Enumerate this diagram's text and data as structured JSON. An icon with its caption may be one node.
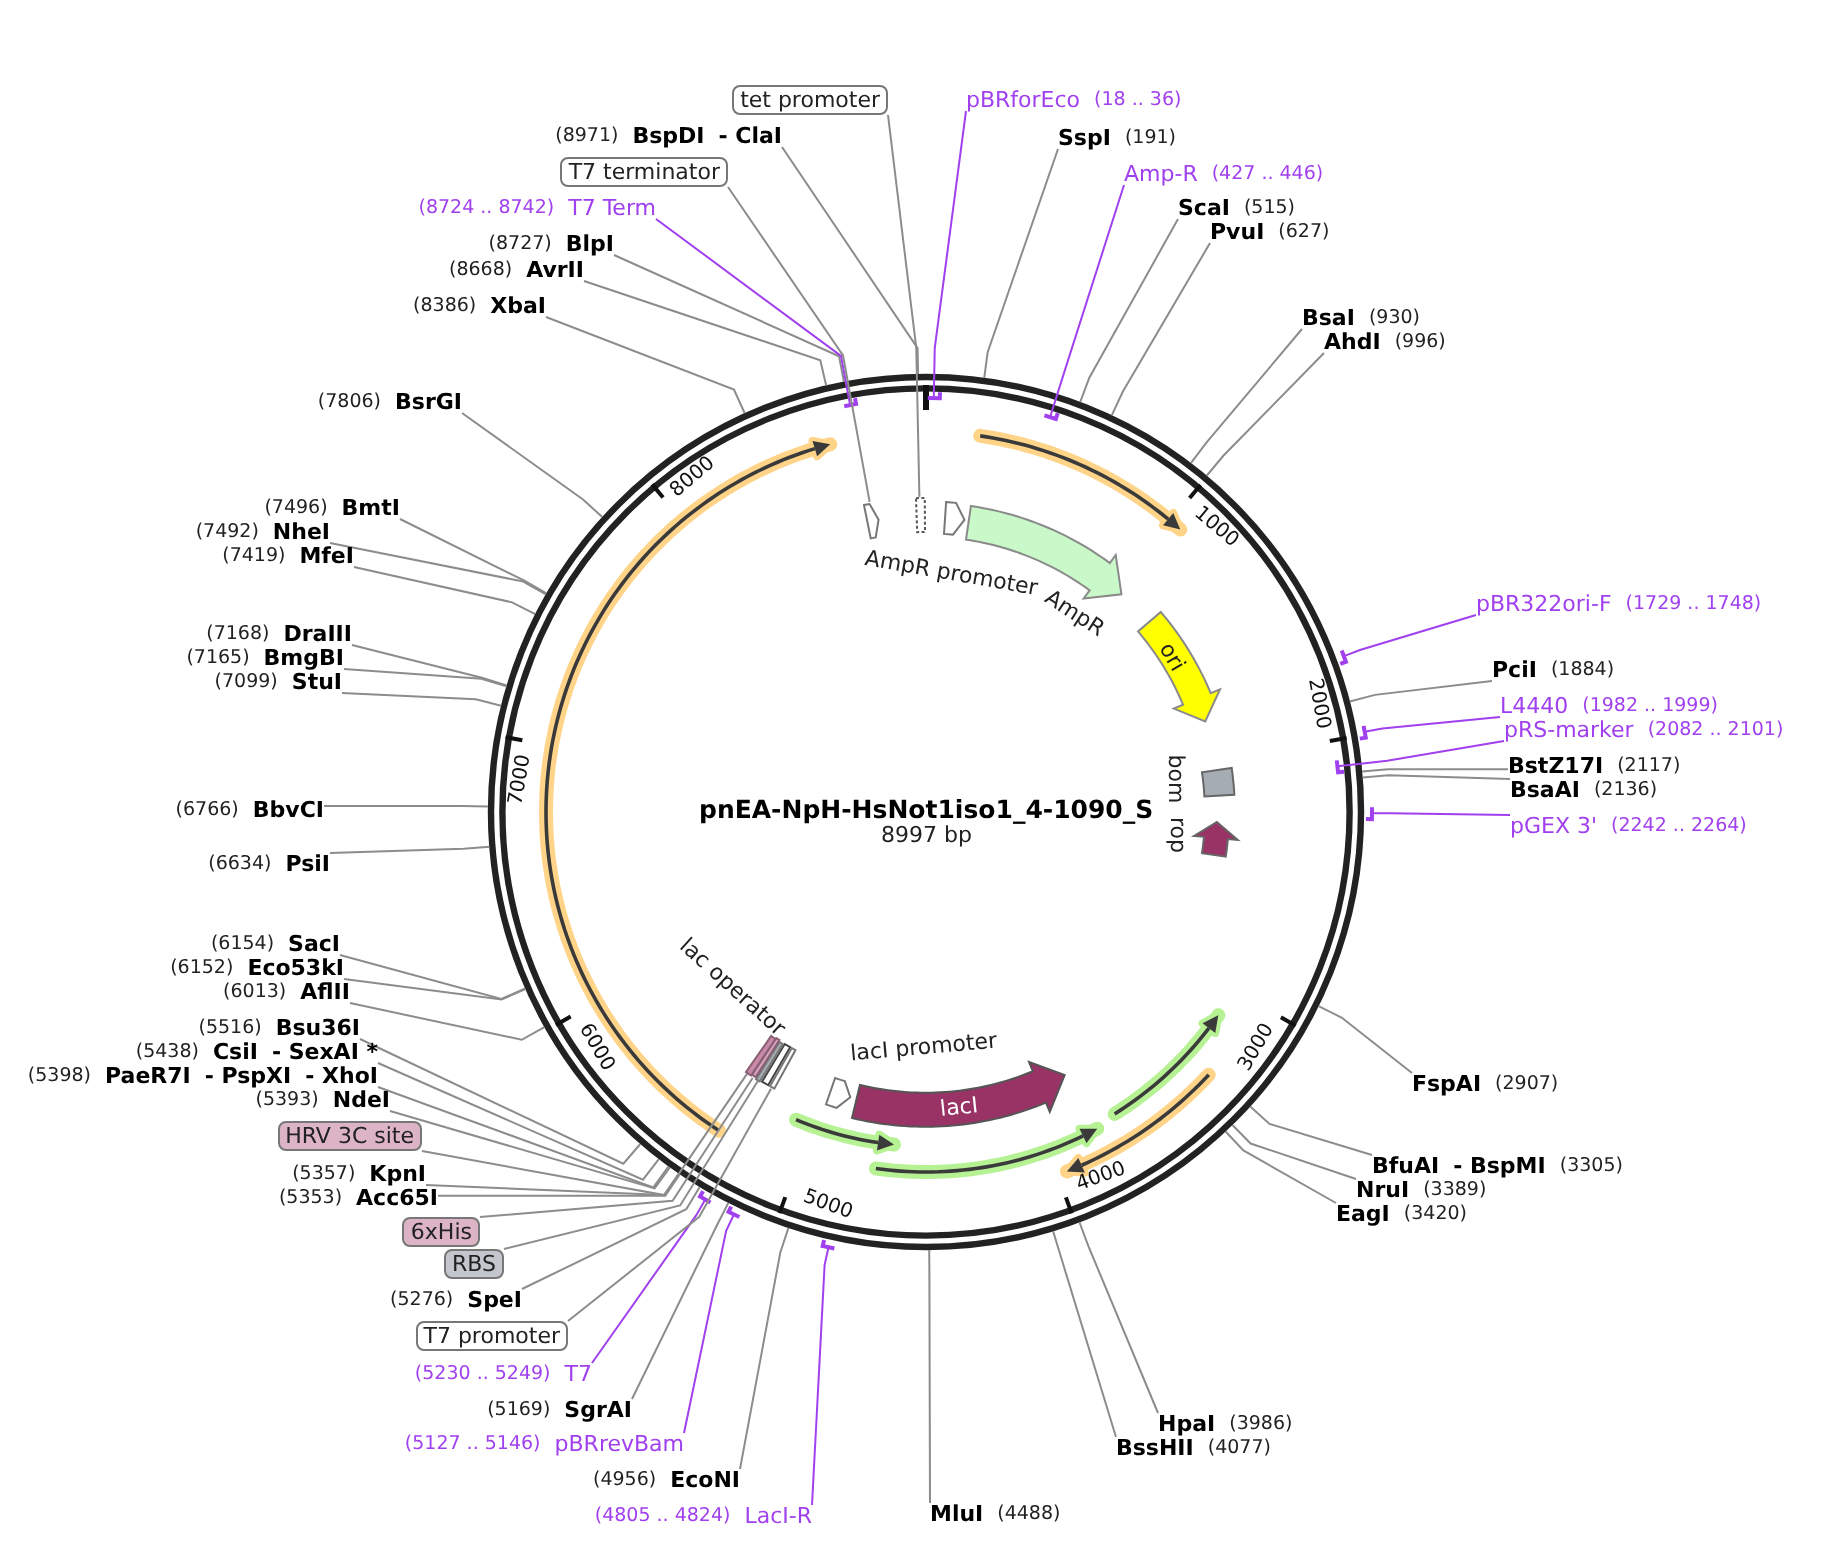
{
  "diagram": {
    "title": "pnEA-NpH-HsNot1iso1_4-1090_S",
    "nodes": [
      {
        "text": [
          "tet promoter"
        ]
      },
      {
        "text": [
          "pBRforEco",
          "(18 .. 36)"
        ]
      },
      {
        "text": [
          "SspI",
          "(191)"
        ]
      },
      {
        "text": [
          "Amp-R",
          "(427 .. 446)"
        ]
      },
      {
        "text": [
          "ScaI",
          "(515)"
        ]
      },
      {
        "text": [
          "PvuI",
          "(627)"
        ]
      },
      {
        "text": [
          "BsaI",
          "(930)"
        ]
      },
      {
        "text": [
          "AhdI",
          "(996)"
        ]
      },
      {
        "text": [
          "pBR322ori-F",
          "(1729 .. 1748)"
        ]
      },
      {
        "text": [
          "PciI",
          "(1884)"
        ]
      },
      {
        "text": [
          "L4440",
          "(1982 .. 1999)"
        ]
      },
      {
        "text": [
          "pRS-marker",
          "(2082 .. 2101)"
        ]
      },
      {
        "text": [
          "BstZ17I",
          "(2117)"
        ]
      },
      {
        "text": [
          "BsaAI",
          "(2136)"
        ]
      },
      {
        "text": [
          "pGEX 3'",
          "(2242 .. 2264)"
        ]
      },
      {
        "text": [
          "FspAI",
          "(2907)"
        ]
      },
      {
        "text": [
          "BfuAI",
          "- BspMI",
          "(3305)"
        ]
      },
      {
        "text": [
          "NruI",
          "(3389)"
        ]
      },
      {
        "text": [
          "EagI",
          "(3420)"
        ]
      },
      {
        "text": [
          "HpaI",
          "(3986)"
        ]
      },
      {
        "text": [
          "BssHII",
          "(4077)"
        ]
      },
      {
        "text": [
          "MluI",
          "(4488)"
        ]
      },
      {
        "text": [
          "(4805 .. 4824)",
          "LacI-R"
        ]
      },
      {
        "text": [
          "(4956)",
          "EcoNI"
        ]
      },
      {
        "text": [
          "(5127 .. 5146)",
          "pBRrevBam"
        ]
      },
      {
        "text": [
          "(5169)",
          "SgrAI"
        ]
      },
      {
        "text": [
          "(5230 .. 5249)",
          "T7"
        ]
      },
      {
        "text": [
          "T7 promoter"
        ]
      },
      {
        "text": [
          "(5276)",
          "SpeI"
        ]
      },
      {
        "text": [
          "RBS"
        ]
      },
      {
        "text": [
          "6xHis"
        ]
      },
      {
        "text": [
          "(5353)",
          "Acc65I"
        ]
      },
      {
        "text": [
          "(5357)",
          "KpnI"
        ]
      },
      {
        "text": [
          "HRV 3C site"
        ]
      },
      {
        "text": [
          "(5393)",
          "NdeI"
        ]
      },
      {
        "text": [
          "(5398)",
          "PaeR7I",
          "- PspXI",
          "- XhoI"
        ]
      },
      {
        "text": [
          "(5438)",
          "CsiI",
          "- SexAI *"
        ]
      },
      {
        "text": [
          "(5516)",
          "Bsu36I"
        ]
      },
      {
        "text": [
          "(6013)",
          "AflII"
        ]
      },
      {
        "text": [
          "(6152)",
          "Eco53kI"
        ]
      },
      {
        "text": [
          "(6154)",
          "SacI"
        ]
      },
      {
        "text": [
          "(6634)",
          "PsiI"
        ]
      },
      {
        "text": [
          "(6766)",
          "BbvCI"
        ]
      },
      {
        "text": [
          "(7099)",
          "StuI"
        ]
      },
      {
        "text": [
          "(7165)",
          "BmgBI"
        ]
      },
      {
        "text": [
          "(7168)",
          "DraIII"
        ]
      },
      {
        "text": [
          "(7419)",
          "MfeI"
        ]
      },
      {
        "text": [
          "(7492)",
          "NheI"
        ]
      },
      {
        "text": [
          "(7496)",
          "BmtI"
        ]
      },
      {
        "text": [
          "(7806)",
          "BsrGI"
        ]
      },
      {
        "text": [
          "(8386)",
          "XbaI"
        ]
      },
      {
        "text": [
          "(8668)",
          "AvrII"
        ]
      },
      {
        "text": [
          "(8727)",
          "BlpI"
        ]
      },
      {
        "text": [
          "(8724 .. 8742)",
          "T7 Term"
        ]
      },
      {
        "text": [
          "T7 terminator"
        ]
      },
      {
        "text": [
          "(8971)",
          "BspDI",
          "- ClaI"
        ]
      },
      {
        "text": [
          "AmpR promoter"
        ]
      },
      {
        "text": [
          "AmpR"
        ]
      },
      {
        "text": [
          "ori"
        ]
      },
      {
        "text": [
          "bom"
        ]
      },
      {
        "text": [
          "rop"
        ]
      },
      {
        "text": [
          "lacI"
        ]
      },
      {
        "text": [
          "lacI promoter"
        ]
      },
      {
        "text": [
          "lac operator"
        ]
      },
      {
        "text": [],
        "shape": "arrow"
      },
      {
        "text": [],
        "shape": "box"
      },
      {
        "text": [],
        "shape": "bar"
      },
      {
        "text": [],
        "shape": "bar"
      },
      {
        "text": [],
        "shape": "bar"
      },
      {
        "text": [],
        "shape": "bar"
      }
    ],
    "edges": [
      {
        "from": 0,
        "to": 65,
        "arrow": "none"
      },
      {
        "from": 1,
        "to": null,
        "arrow": "none",
        "color": "#a040ee"
      },
      {
        "from": 2,
        "to": null,
        "arrow": "none"
      },
      {
        "from": 3,
        "to": null,
        "arrow": "none",
        "color": "#a040ee"
      },
      {
        "from": 4,
        "to": null,
        "arrow": "none"
      },
      {
        "from": 5,
        "to": null,
        "arrow": "none"
      },
      {
        "from": 6,
        "to": null,
        "arrow": "none"
      },
      {
        "from": 7,
        "to": null,
        "arrow": "none"
      },
      {
        "from": 8,
        "to": null,
        "arrow": "none",
        "color": "#a040ee"
      },
      {
        "from": 9,
        "to": null,
        "arrow": "none"
      },
      {
        "from": 10,
        "to": null,
        "arrow": "none",
        "color": "#a040ee"
      },
      {
        "from": 11,
        "to": null,
        "arrow": "none",
        "color": "#a040ee"
      },
      {
        "from": 12,
        "to": null,
        "arrow": "none"
      },
      {
        "from": 13,
        "to": null,
        "arrow": "none"
      },
      {
        "from": 14,
        "to": null,
        "arrow": "none",
        "color": "#a040ee"
      },
      {
        "from": 15,
        "to": null,
        "arrow": "none"
      },
      {
        "from": 16,
        "to": null,
        "arrow": "none"
      },
      {
        "from": 17,
        "to": null,
        "arrow": "none"
      },
      {
        "from": 18,
        "to": null,
        "arrow": "none"
      },
      {
        "from": 19,
        "to": null,
        "arrow": "none"
      },
      {
        "from": 20,
        "to": null,
        "arrow": "none"
      },
      {
        "from": 21,
        "to": null,
        "arrow": "none"
      },
      {
        "from": 22,
        "to": null,
        "arrow": "none",
        "color": "#a040ee"
      },
      {
        "from": 23,
        "to": null,
        "arrow": "none"
      },
      {
        "from": 24,
        "to": null,
        "arrow": "none",
        "color": "#a040ee"
      },
      {
        "from": 25,
        "to": null,
        "arrow": "none"
      },
      {
        "from": 26,
        "to": null,
        "arrow": "none",
        "color": "#a040ee"
      },
      {
        "from": 27,
        "to": 66,
        "arrow": "none"
      },
      {
        "from": 28,
        "to": null,
        "arrow": "none"
      },
      {
        "from": 29,
        "to": 67,
        "arrow": "none"
      },
      {
        "from": 30,
        "to": 68,
        "arrow": "none"
      },
      {
        "from": 31,
        "to": null,
        "arrow": "none"
      },
      {
        "from": 32,
        "to": null,
        "arrow": "none"
      },
      {
        "from": 33,
        "to": 69,
        "arrow": "none"
      },
      {
        "from": 34,
        "to": null,
        "arrow": "none"
      },
      {
        "from": 35,
        "to": null,
        "arrow": "none"
      },
      {
        "from": 36,
        "to": null,
        "arrow": "none"
      },
      {
        "from": 37,
        "to": null,
        "arrow": "none"
      },
      {
        "from": 38,
        "to": null,
        "arrow": "none"
      },
      {
        "from": 39,
        "to": null,
        "arrow": "none"
      },
      {
        "from": 40,
        "to": null,
        "arrow": "none"
      },
      {
        "from": 41,
        "to": null,
        "arrow": "none"
      },
      {
        "from": 42,
        "to": null,
        "arrow": "none"
      },
      {
        "from": 43,
        "to": null,
        "arrow": "none"
      },
      {
        "from": 44,
        "to": null,
        "arrow": "none"
      },
      {
        "from": 45,
        "to": null,
        "arrow": "none"
      },
      {
        "from": 46,
        "to": null,
        "arrow": "none"
      },
      {
        "from": 47,
        "to": null,
        "arrow": "none"
      },
      {
        "from": 48,
        "to": null,
        "arrow": "none"
      },
      {
        "from": 49,
        "to": null,
        "arrow": "none"
      },
      {
        "from": 50,
        "to": null,
        "arrow": "none"
      },
      {
        "from": 51,
        "to": null,
        "arrow": "none"
      },
      {
        "from": 52,
        "to": null,
        "arrow": "none"
      },
      {
        "from": 53,
        "to": null,
        "arrow": "none",
        "color": "#a040ee"
      },
      {
        "from": 54,
        "to": 64,
        "arrow": "none"
      },
      {
        "from": 55,
        "to": null,
        "arrow": "none"
      }
    ],
    "labels": [
      "8997 bp",
      "1000",
      "2000",
      "3000",
      "4000",
      "5000",
      "6000",
      "7000",
      "8000"
    ]
  }
}
